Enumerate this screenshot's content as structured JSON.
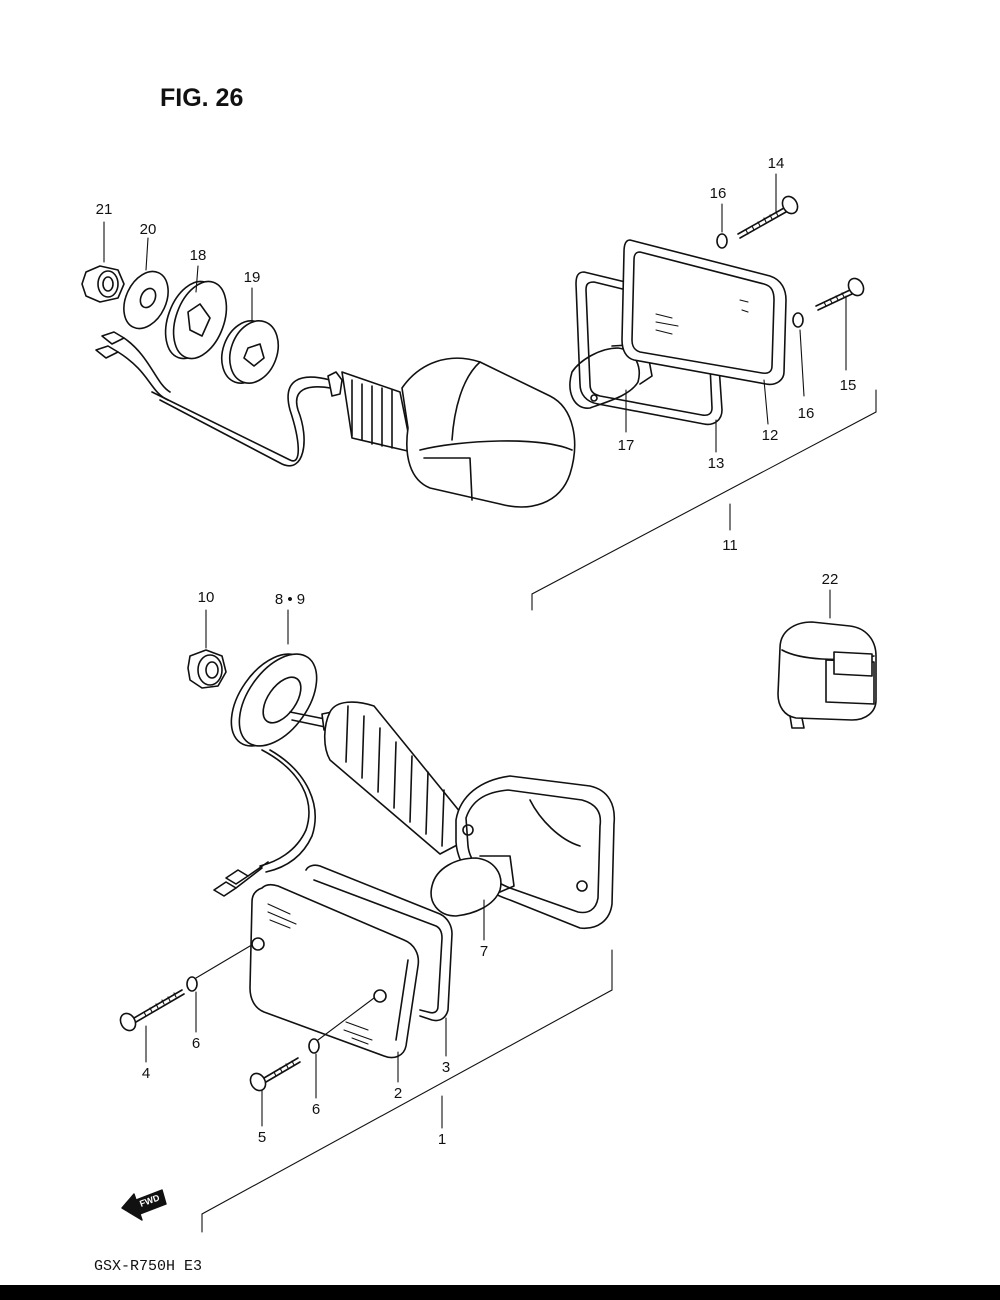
{
  "figure": {
    "title": "FIG. 26",
    "model_code": "GSX-R750H E3",
    "fwd_label": "FWD"
  },
  "colors": {
    "ink": "#111111",
    "paper": "#ffffff",
    "bar": "#000000"
  },
  "callouts": {
    "c1": "1",
    "c2": "2",
    "c3": "3",
    "c4": "4",
    "c5": "5",
    "c6a": "6",
    "c6b": "6",
    "c7": "7",
    "c89": "8 • 9",
    "c10": "10",
    "c11": "11",
    "c12": "12",
    "c13": "13",
    "c14": "14",
    "c15": "15",
    "c16a": "16",
    "c16b": "16",
    "c17": "17",
    "c18": "18",
    "c19": "19",
    "c20": "20",
    "c21": "21",
    "c22": "22"
  }
}
